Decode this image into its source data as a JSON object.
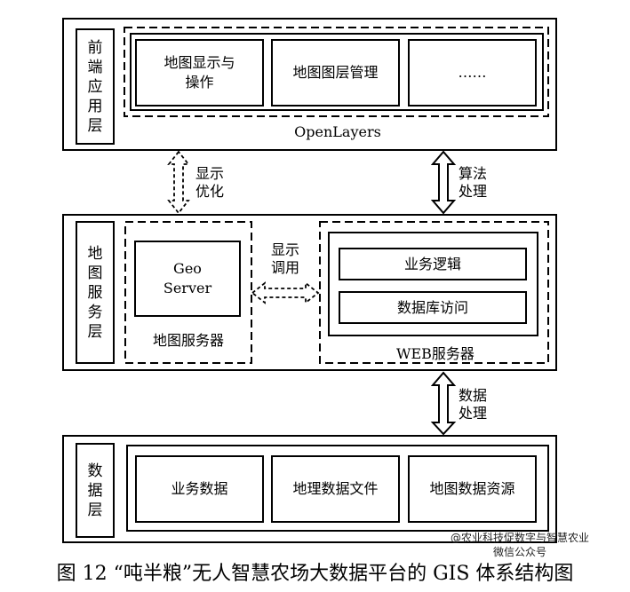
{
  "layers": {
    "frontend": {
      "label": "前端应用层",
      "items": [
        "地图显示与操作",
        "地图图层管理",
        "……"
      ],
      "group_caption": "OpenLayers"
    },
    "map_service": {
      "label": "地图服务层",
      "geoserver": "Geo Server",
      "geoserver_caption": "地图服务器",
      "web_items": [
        "业务逻辑",
        "数据库访问"
      ],
      "web_caption": "WEB服务器"
    },
    "data": {
      "label": "数据层",
      "items": [
        "业务数据",
        "地理数据文件",
        "地图数据资源"
      ]
    }
  },
  "arrows": {
    "display_optimize": "显示优化",
    "algorithm_process": "算法处理",
    "display_call": "显示调用",
    "data_process": "数据处理"
  },
  "watermark": {
    "line1": "@农业科技促数字与智慧农业",
    "line2": "微信公众号"
  },
  "caption": "图 12 “吨半粮”无人智慧农场大数据平台的 GIS 体系结构图"
}
